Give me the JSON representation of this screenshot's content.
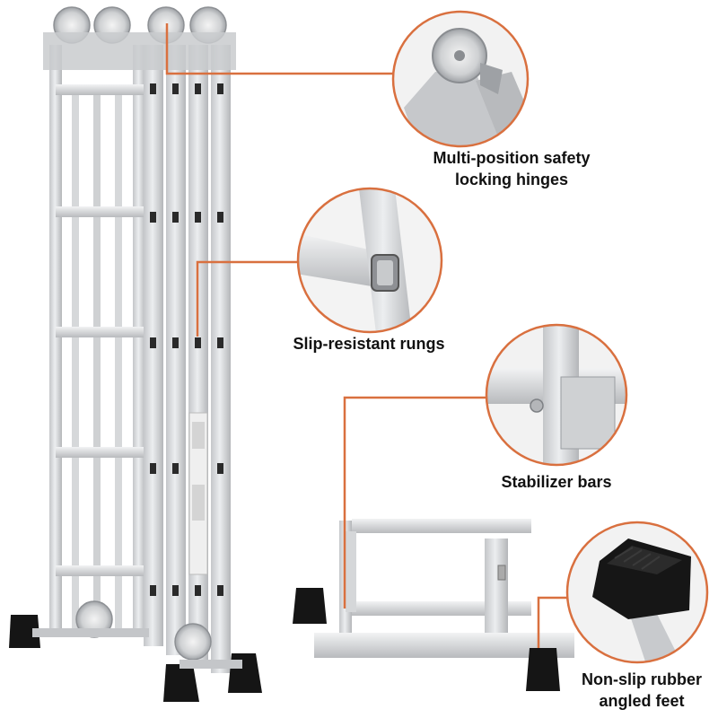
{
  "callouts": {
    "hinges": {
      "line1": "Multi-position safety",
      "line2": "locking hinges"
    },
    "rungs": {
      "label": "Slip-resistant rungs"
    },
    "stabilizer": {
      "label": "Stabilizer bars"
    },
    "feet": {
      "line1": "Non-slip rubber",
      "line2": "angled feet"
    }
  },
  "colors": {
    "accent": "#d9703f",
    "aluminum": "#d9dadc",
    "aluminum_shade": "#b7b9bc",
    "rubber": "#151515"
  }
}
